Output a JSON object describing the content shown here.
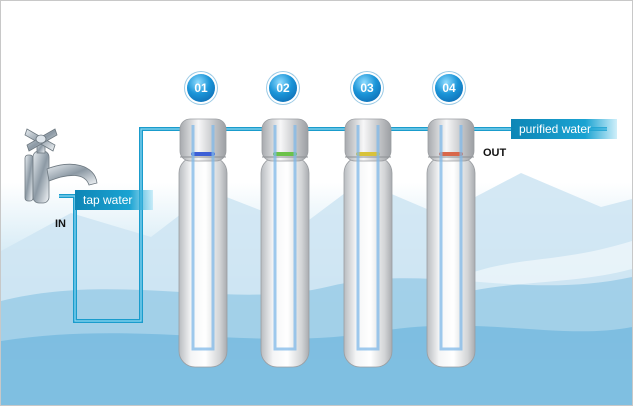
{
  "diagram": {
    "stages": [
      {
        "number": "01",
        "band_color": "#3d5fd6"
      },
      {
        "number": "02",
        "band_color": "#6cc24a"
      },
      {
        "number": "03",
        "band_color": "#d8c23a"
      },
      {
        "number": "04",
        "band_color": "#d9674a"
      }
    ],
    "inlet": {
      "label": "tap water",
      "side": "IN"
    },
    "outlet": {
      "label": "purified water",
      "side": "OUT"
    },
    "icons": {
      "faucet": "faucet-icon"
    },
    "colors": {
      "pipe": "#1a9ccc",
      "label": "#1294c4",
      "badge": "#1b8fd6"
    }
  }
}
